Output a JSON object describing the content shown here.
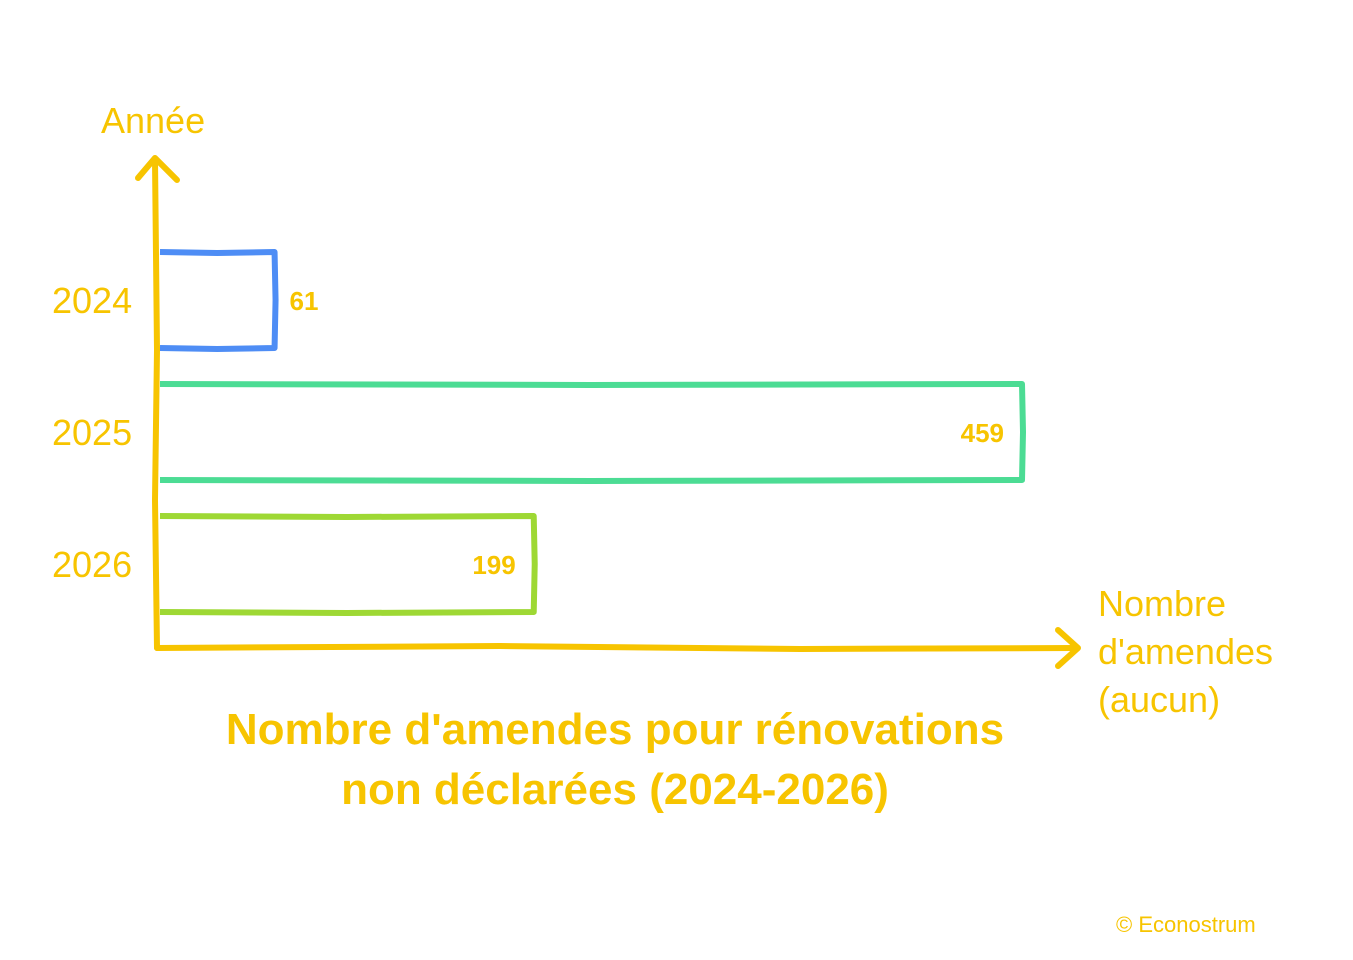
{
  "chart_data": {
    "type": "bar",
    "orientation": "horizontal",
    "title": "Nombre d'amendes pour rénovations non déclarées (2024-2026)",
    "xlabel": "Nombre d'amendes (aucun)",
    "ylabel": "Année",
    "categories": [
      "2024",
      "2025",
      "2026"
    ],
    "values": [
      61,
      459,
      199
    ],
    "value_labels": [
      "61",
      "459",
      "199"
    ],
    "colors": [
      "#4e8df5",
      "#4cdc94",
      "#9ed834"
    ],
    "axis_color": "#f7c400",
    "text_color": "#f7c400",
    "xlim": [
      0,
      459
    ],
    "grid": false,
    "legend": "none",
    "style": "hand-drawn outline bars"
  },
  "credit": "© Econostrum"
}
